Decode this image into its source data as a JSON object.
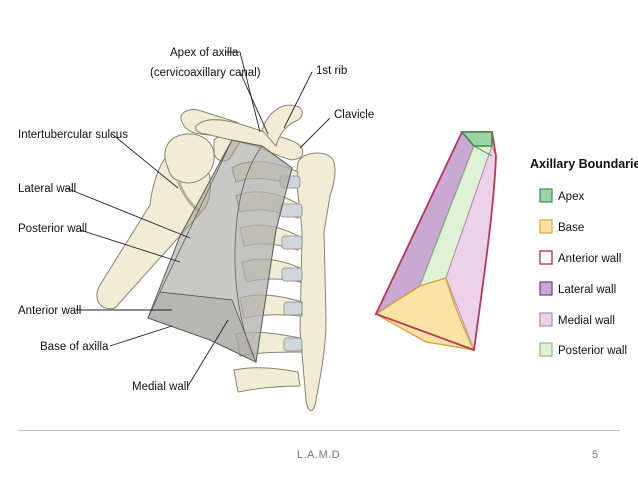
{
  "labels": {
    "apex_line1": "Apex of axilla",
    "apex_line2": "(cervicoaxillary canal)",
    "first_rib": "1st rib",
    "clavicle": "Clavicle",
    "intertubercular": "Intertubercular sulcus",
    "lateral_wall": "Lateral wall",
    "posterior_wall": "Posterior wall",
    "anterior_wall": "Anterior wall",
    "base_of_axilla": "Base of axilla",
    "medial_wall": "Medial wall"
  },
  "legend": {
    "title": "Axillary Boundaries",
    "items": [
      {
        "label": "Apex",
        "fill": "#9fd3a6",
        "stroke": "#3e8c4c"
      },
      {
        "label": "Base",
        "fill": "#fbe3a5",
        "stroke": "#d9a53a"
      },
      {
        "label": "Anterior wall",
        "fill": "#ffffff",
        "stroke": "#c0335a"
      },
      {
        "label": "Lateral wall",
        "fill": "#c9a9d4",
        "stroke": "#6e3d87"
      },
      {
        "label": "Medial wall",
        "fill": "#ecd2e8",
        "stroke": "#b785b1"
      },
      {
        "label": "Posterior wall",
        "fill": "#dff2d6",
        "stroke": "#8dbf7e"
      }
    ]
  },
  "colors": {
    "bone": "#f2ecd6",
    "bone_outline": "#8a8470",
    "cartilage": "#cfd6dc",
    "wall_gray": "#9a9a96"
  },
  "footer": {
    "author": "L.A.M.D",
    "page": "5"
  }
}
